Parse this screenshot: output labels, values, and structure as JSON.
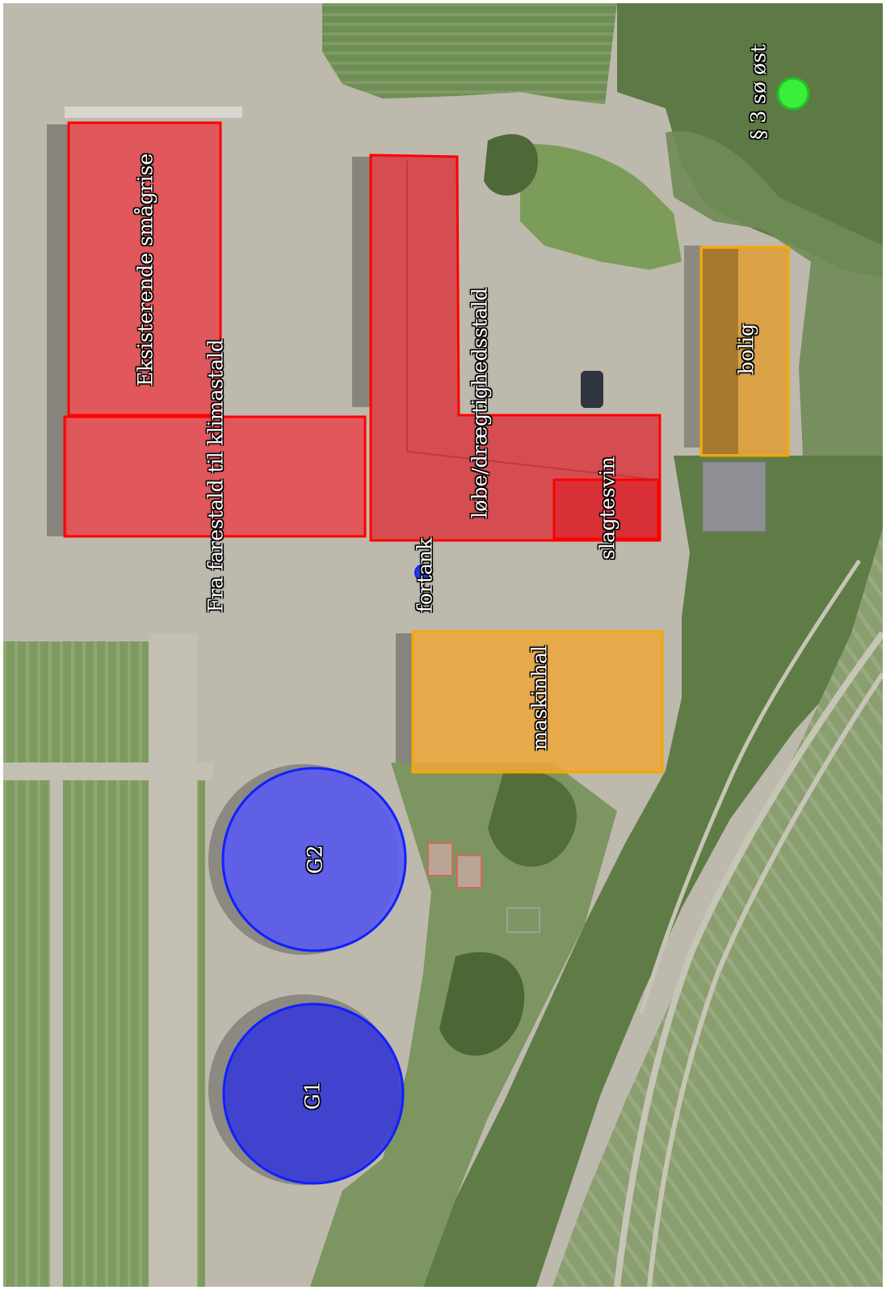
{
  "map": {
    "features": {
      "eksisterende_smagrise": {
        "label": "Eksisterende smågrise",
        "type": "building",
        "category": "existing-stable"
      },
      "fra_farestald": {
        "label": "Fra farestald til klimastald",
        "type": "building",
        "category": "existing-stable"
      },
      "lobe_draegtighedsstald": {
        "label": "løbe/drægtighedsstald",
        "type": "building",
        "category": "existing-stable"
      },
      "slagtesvin": {
        "label": "slagtesvin",
        "type": "building",
        "category": "existing-stable"
      },
      "fortank": {
        "label": "fortank",
        "type": "tank"
      },
      "maskinhal": {
        "label": "maskinhal",
        "type": "building",
        "category": "other-building"
      },
      "bolig": {
        "label": "bolig",
        "type": "building",
        "category": "other-building"
      },
      "g2": {
        "label": "G2",
        "type": "slurry-tank"
      },
      "g1": {
        "label": "G1",
        "type": "slurry-tank"
      },
      "paragraph3": {
        "label": "§ 3 sø øst",
        "type": "protected-nature-point"
      }
    },
    "colors": {
      "stable_fill": "#e8434a",
      "stable_stroke": "#ff0000",
      "other_fill": "#f0a63a",
      "other_stroke": "#f5a800",
      "tank_fill": "#5a5cf0",
      "tank_stroke": "#1020ff",
      "nature_point": "#3aee3a",
      "nature_stroke": "#20c020"
    }
  }
}
